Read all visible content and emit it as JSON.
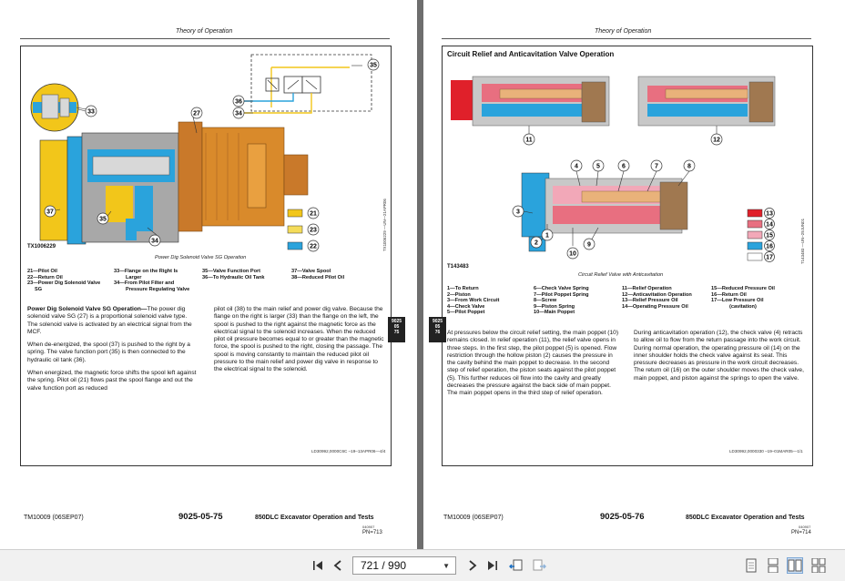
{
  "left": {
    "header": "Theory of Operation",
    "callouts": [
      "33",
      "27",
      "35",
      "36",
      "34",
      "37",
      "35",
      "34",
      "21",
      "22",
      "23"
    ],
    "figure_id": "TX1006229",
    "figure_side_code": "TX1006229 —UN—21APR06",
    "caption": "Power Dig Solenoid Valve SG Operation",
    "legend": [
      [
        "21—Pilot Oil",
        "33—Flange on the Right Is",
        "35—Valve Function Port",
        "37—Valve Spool"
      ],
      [
        "22—Return Oil",
        "Larger",
        "36—To Hydraulic Oil Tank",
        "38—Reduced Pilot Oil"
      ],
      [
        "23—Power Dig Solenoid Valve",
        "34—From Pilot Filter and",
        "",
        ""
      ],
      [
        "SG",
        "Pressure Regulating Valve",
        "",
        ""
      ]
    ],
    "section_title": "Power Dig Solenoid Valve SG Operation—",
    "para1_rest": "The power dig solenoid valve SG (27) is a proportional solenoid valve type. The solenoid valve is activated by an electrical signal from the MCF.",
    "para2": "When de-energized, the spool (37) is pushed to the right by a spring. The valve function port (35) is then connected to the hydraulic oil tank (36).",
    "para3": "When energized, the magnetic force shifts the spool left against the spring. Pilot oil (21) flows past the spool flange and out the valve function port as reduced",
    "col2": "pilot oil (38) to the main relief and power dig valve. Because the flange on the right is larger (33) than the flange on the left, the spool is pushed to the right against the magnetic force as the electrical signal to the solenoid increases. When the reduced pilot oil pressure becomes equal to or greater than the magnetic force, the spool is pushed to the right, closing the passage. The spool is moving constantly to maintain the reduced pilot oil pressure to the main relief and power dig valve in response to the electrical signal to the solenoid.",
    "doc_code": "LD30992,0000C6C  –19–13APR06—4/4",
    "tab": [
      "9025",
      "05",
      "75"
    ],
    "footer_id": "TM10009 (06SEP07)",
    "footer_page": "9025-05-75",
    "footer_title": "850DLC Excavator Operation and Tests",
    "footer_sub": "040907",
    "footer_pn": "PN=713"
  },
  "right": {
    "header": "Theory of Operation",
    "fig_title": "Circuit Relief and Anticavitation Valve Operation",
    "callouts": [
      "11",
      "12",
      "4",
      "5",
      "6",
      "7",
      "8",
      "3",
      "2",
      "1",
      "10",
      "9",
      "13",
      "14",
      "15",
      "16",
      "17"
    ],
    "figure_id": "T143483",
    "figure_side_code": "T143483 —UN–29JUN01",
    "caption": "Circuit Relief Valve with Anticavitation",
    "legend": [
      [
        "1—To Return",
        "6—Check Valve Spring",
        "11—Relief Operation",
        "15—Reduced Pressure Oil"
      ],
      [
        "2—Piston",
        "7—Pilot Poppet Spring",
        "12—Anticavitation Operation",
        "16—Return Oil"
      ],
      [
        "3—From Work Circuit",
        "8—Screw",
        "13—Relief Pressure Oil",
        "17—Low Pressure Oil"
      ],
      [
        "4—Check Valve",
        "9—Piston Spring",
        "14—Operating Pressure Oil",
        "(cavitation)"
      ],
      [
        "5—Pilot Poppet",
        "10—Main Poppet",
        "",
        ""
      ]
    ],
    "col1": "At pressures below the circuit relief setting, the main poppet (10) remains closed. In relief operation (11), the relief valve opens in three steps. In the first step, the pilot poppet (5) is opened. Flow restriction through the hollow piston (2) causes the pressure in the cavity behind the main poppet to decrease. In the second step of relief operation, the piston seats against the pilot poppet (5). This further reduces oil flow into the cavity and greatly decreases the pressure against the back side of main poppet. The main poppet opens in the third step of relief operation.",
    "col2": "During anticavitation operation (12), the check valve (4) retracts to allow oil to flow from the return passage into the work circuit. During normal operation, the operating pressure oil (14) on the inner shoulder holds the check valve against its seat. This pressure decreases as pressure in the work circuit decreases. The return oil (16) on the outer shoulder moves the check valve, main poppet, and piston against the springs to open the valve.",
    "doc_code": "LD30992,0000330  –19–01MAR05—1/1",
    "tab": [
      "9025",
      "05",
      "76"
    ],
    "footer_id": "TM10009 (06SEP07)",
    "footer_page": "9025-05-76",
    "footer_title": "850DLC Excavator Operation and Tests",
    "footer_sub": "040907",
    "footer_pn": "PN=714"
  },
  "colors": {
    "pilot_oil": "#f2c61a",
    "return_oil": "#2aa3dc",
    "reduced_pilot_oil": "#f4dc5a",
    "relief_pressure": "#e0202a",
    "operating_pressure": "#e86f80",
    "reduced_pressure": "#f2a8b8",
    "solenoid_body": "#d98a2b",
    "valve_body": "#a07850"
  },
  "toolbar": {
    "page_value": "721 / 990",
    "icons": [
      "first-page-icon",
      "previous-page-icon",
      "next-page-icon",
      "last-page-icon",
      "back-icon",
      "forward-icon",
      "single-page-icon",
      "continuous-icon",
      "two-page-icon",
      "two-page-continuous-icon"
    ]
  }
}
